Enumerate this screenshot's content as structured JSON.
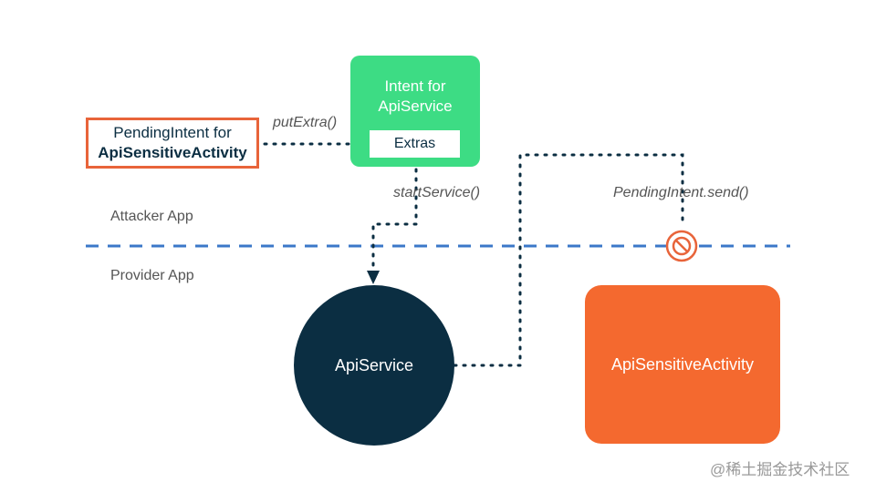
{
  "pending_intent": {
    "line1": "PendingIntent for",
    "line2": "ApiSensitiveActivity"
  },
  "intent": {
    "title_line1": "Intent for",
    "title_line2": "ApiService",
    "extras": "Extras"
  },
  "labels": {
    "put_extra": "putExtra()",
    "start_service": "startService()",
    "pending_send": "PendingIntent.send()",
    "attacker_app": "Attacker App",
    "provider_app": "Provider App"
  },
  "nodes": {
    "api_service": "ApiService",
    "api_sensitive_activity": "ApiSensitiveActivity"
  },
  "watermark": "@稀土掘金技术社区",
  "colors": {
    "pending_border": "#e8643a",
    "intent_green": "#3ddc84",
    "service_navy": "#0b2e42",
    "activity_orange": "#f4692f",
    "boundary_blue": "#3b78c9",
    "block_icon": "#e8643a"
  }
}
